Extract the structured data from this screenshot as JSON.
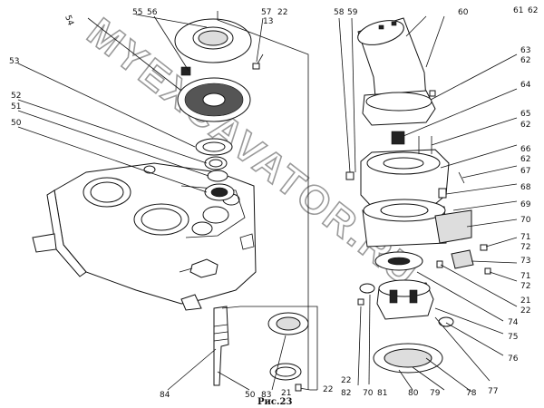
{
  "figure": {
    "caption": "Рис.23",
    "watermark": "MYEXCAVATOR.RU",
    "callouts": [
      {
        "id": "c54",
        "text": "54"
      },
      {
        "id": "c55",
        "text": "55"
      },
      {
        "id": "c56",
        "text": "56"
      },
      {
        "id": "c57",
        "text": "57"
      },
      {
        "id": "c22a",
        "text": "22"
      },
      {
        "id": "c13",
        "text": "13"
      },
      {
        "id": "c58",
        "text": "58"
      },
      {
        "id": "c59",
        "text": "59"
      },
      {
        "id": "c60",
        "text": "60"
      },
      {
        "id": "c61",
        "text": "61"
      },
      {
        "id": "c62",
        "text": "62"
      },
      {
        "id": "c63",
        "text": "63"
      },
      {
        "id": "c62b",
        "text": "62"
      },
      {
        "id": "c64",
        "text": "64"
      },
      {
        "id": "c65",
        "text": "65"
      },
      {
        "id": "c62c",
        "text": "62"
      },
      {
        "id": "c66",
        "text": "66"
      },
      {
        "id": "c62d",
        "text": "62"
      },
      {
        "id": "c67",
        "text": "67"
      },
      {
        "id": "c68",
        "text": "68"
      },
      {
        "id": "c69",
        "text": "69"
      },
      {
        "id": "c70",
        "text": "70"
      },
      {
        "id": "c71a",
        "text": "71"
      },
      {
        "id": "c72a",
        "text": "72"
      },
      {
        "id": "c73",
        "text": "73"
      },
      {
        "id": "c71b",
        "text": "71"
      },
      {
        "id": "c72b",
        "text": "72"
      },
      {
        "id": "c21a",
        "text": "21"
      },
      {
        "id": "c22b",
        "text": "22"
      },
      {
        "id": "c74",
        "text": "74"
      },
      {
        "id": "c75",
        "text": "75"
      },
      {
        "id": "c76",
        "text": "76"
      },
      {
        "id": "c77",
        "text": "77"
      },
      {
        "id": "c78",
        "text": "78"
      },
      {
        "id": "c79",
        "text": "79"
      },
      {
        "id": "c80",
        "text": "80"
      },
      {
        "id": "c81",
        "text": "81"
      },
      {
        "id": "c70b",
        "text": "70"
      },
      {
        "id": "c82",
        "text": "82"
      },
      {
        "id": "c22c",
        "text": "22"
      },
      {
        "id": "c53",
        "text": "53"
      },
      {
        "id": "c52",
        "text": "52"
      },
      {
        "id": "c51",
        "text": "51"
      },
      {
        "id": "c50",
        "text": "50"
      },
      {
        "id": "c84",
        "text": "84"
      },
      {
        "id": "c50b",
        "text": "50"
      },
      {
        "id": "c83",
        "text": "83"
      },
      {
        "id": "c21b",
        "text": "21"
      },
      {
        "id": "c22d",
        "text": "22"
      }
    ]
  }
}
